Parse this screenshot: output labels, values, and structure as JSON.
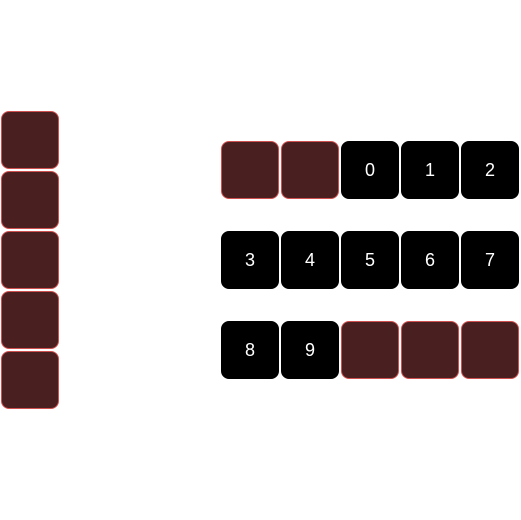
{
  "colors": {
    "filled_tile": "#4a1f1f",
    "filled_tile_border": "#d05050",
    "number_tile": "#000000",
    "number_text": "#ffffff",
    "background": "#ffffff"
  },
  "left_column": {
    "filled_tiles": 5
  },
  "grid": {
    "rows": [
      {
        "cells": [
          {
            "type": "filled",
            "label": ""
          },
          {
            "type": "filled",
            "label": ""
          },
          {
            "type": "number",
            "label": "0"
          },
          {
            "type": "number",
            "label": "1"
          },
          {
            "type": "number",
            "label": "2"
          }
        ]
      },
      {
        "cells": [
          {
            "type": "number",
            "label": "3"
          },
          {
            "type": "number",
            "label": "4"
          },
          {
            "type": "number",
            "label": "5"
          },
          {
            "type": "number",
            "label": "6"
          },
          {
            "type": "number",
            "label": "7"
          }
        ]
      },
      {
        "cells": [
          {
            "type": "number",
            "label": "8"
          },
          {
            "type": "number",
            "label": "9"
          },
          {
            "type": "filled",
            "label": ""
          },
          {
            "type": "filled",
            "label": ""
          },
          {
            "type": "filled",
            "label": ""
          }
        ]
      }
    ]
  }
}
